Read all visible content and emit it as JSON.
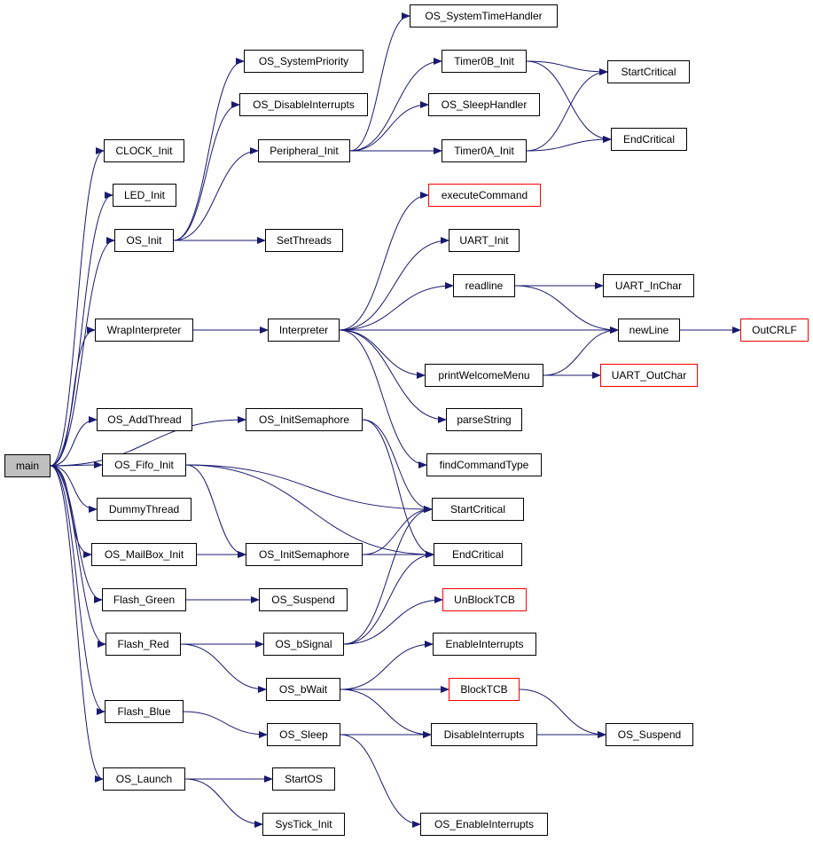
{
  "colors": {
    "edge": "#191970",
    "node_border": "#000000",
    "truncated_border": "#ff0000",
    "root_fill": "#bfbfbf"
  },
  "nodes": {
    "main": "main",
    "clock_init": "CLOCK_Init",
    "led_init": "LED_Init",
    "os_init": "OS_Init",
    "wrap_interpreter": "WrapInterpreter",
    "os_addthread": "OS_AddThread",
    "os_fifo_init": "OS_Fifo_Init",
    "dummy_thread": "DummyThread",
    "os_mailbox_init": "OS_MailBox_Init",
    "flash_green": "Flash_Green",
    "flash_red": "Flash_Red",
    "flash_blue": "Flash_Blue",
    "os_launch": "OS_Launch",
    "os_systempriority": "OS_SystemPriority",
    "os_disableinterrupts": "OS_DisableInterrupts",
    "peripheral_init": "Peripheral_Init",
    "set_threads": "SetThreads",
    "interpreter": "Interpreter",
    "os_initsemaphore_1": "OS_InitSemaphore",
    "os_initsemaphore_2": "OS_InitSemaphore",
    "os_suspend_1": "OS_Suspend",
    "os_bsignal": "OS_bSignal",
    "os_bwait": "OS_bWait",
    "os_sleep": "OS_Sleep",
    "start_os": "StartOS",
    "systick_init": "SysTick_Init",
    "os_systemtimehandler": "OS_SystemTimeHandler",
    "timer0b_init": "Timer0B_Init",
    "os_sleephandler": "OS_SleepHandler",
    "timer0a_init": "Timer0A_Init",
    "start_critical_top": "StartCritical",
    "end_critical_top": "EndCritical",
    "execute_command": "executeCommand",
    "uart_init": "UART_Init",
    "readline": "readline",
    "uart_inchar": "UART_InChar",
    "new_line": "newLine",
    "out_crlf": "OutCRLF",
    "print_welcome_menu": "printWelcomeMenu",
    "uart_outchar": "UART_OutChar",
    "parse_string": "parseString",
    "find_command_type": "findCommandType",
    "start_critical": "StartCritical",
    "end_critical": "EndCritical",
    "unblock_tcb": "UnBlockTCB",
    "enable_interrupts": "EnableInterrupts",
    "block_tcb": "BlockTCB",
    "disable_interrupts": "DisableInterrupts",
    "os_suspend_2": "OS_Suspend",
    "os_enableinterrupts": "OS_EnableInterrupts"
  },
  "edges": [
    [
      "main",
      "clock_init"
    ],
    [
      "main",
      "led_init"
    ],
    [
      "main",
      "os_init"
    ],
    [
      "main",
      "wrap_interpreter"
    ],
    [
      "main",
      "os_initsemaphore_1"
    ],
    [
      "main",
      "os_addthread"
    ],
    [
      "main",
      "os_fifo_init"
    ],
    [
      "main",
      "dummy_thread"
    ],
    [
      "main",
      "os_mailbox_init"
    ],
    [
      "main",
      "flash_green"
    ],
    [
      "main",
      "flash_red"
    ],
    [
      "main",
      "flash_blue"
    ],
    [
      "main",
      "os_launch"
    ],
    [
      "os_init",
      "os_systempriority"
    ],
    [
      "os_init",
      "os_disableinterrupts"
    ],
    [
      "os_init",
      "peripheral_init"
    ],
    [
      "os_init",
      "set_threads"
    ],
    [
      "peripheral_init",
      "os_systemtimehandler"
    ],
    [
      "peripheral_init",
      "timer0b_init"
    ],
    [
      "peripheral_init",
      "os_sleephandler"
    ],
    [
      "peripheral_init",
      "timer0a_init"
    ],
    [
      "timer0b_init",
      "start_critical_top"
    ],
    [
      "timer0b_init",
      "end_critical_top"
    ],
    [
      "timer0a_init",
      "start_critical_top"
    ],
    [
      "timer0a_init",
      "end_critical_top"
    ],
    [
      "wrap_interpreter",
      "interpreter"
    ],
    [
      "interpreter",
      "execute_command"
    ],
    [
      "interpreter",
      "uart_init"
    ],
    [
      "interpreter",
      "readline"
    ],
    [
      "interpreter",
      "new_line"
    ],
    [
      "interpreter",
      "print_welcome_menu"
    ],
    [
      "interpreter",
      "parse_string"
    ],
    [
      "interpreter",
      "find_command_type"
    ],
    [
      "readline",
      "uart_inchar"
    ],
    [
      "readline",
      "new_line"
    ],
    [
      "new_line",
      "out_crlf"
    ],
    [
      "print_welcome_menu",
      "new_line"
    ],
    [
      "print_welcome_menu",
      "uart_outchar"
    ],
    [
      "os_initsemaphore_1",
      "start_critical"
    ],
    [
      "os_initsemaphore_1",
      "end_critical"
    ],
    [
      "os_fifo_init",
      "start_critical"
    ],
    [
      "os_fifo_init",
      "end_critical"
    ],
    [
      "os_fifo_init",
      "os_initsemaphore_2"
    ],
    [
      "os_mailbox_init",
      "os_initsemaphore_2"
    ],
    [
      "os_initsemaphore_2",
      "start_critical"
    ],
    [
      "os_initsemaphore_2",
      "end_critical"
    ],
    [
      "flash_green",
      "os_suspend_1"
    ],
    [
      "flash_red",
      "os_bsignal"
    ],
    [
      "flash_red",
      "os_bwait"
    ],
    [
      "os_bsignal",
      "start_critical"
    ],
    [
      "os_bsignal",
      "end_critical"
    ],
    [
      "os_bsignal",
      "unblock_tcb"
    ],
    [
      "os_bwait",
      "enable_interrupts"
    ],
    [
      "os_bwait",
      "block_tcb"
    ],
    [
      "os_bwait",
      "disable_interrupts"
    ],
    [
      "block_tcb",
      "os_suspend_2"
    ],
    [
      "flash_blue",
      "os_sleep"
    ],
    [
      "os_sleep",
      "disable_interrupts"
    ],
    [
      "os_sleep",
      "os_suspend_2"
    ],
    [
      "os_sleep",
      "os_enableinterrupts"
    ],
    [
      "os_launch",
      "start_os"
    ],
    [
      "os_launch",
      "systick_init"
    ]
  ]
}
